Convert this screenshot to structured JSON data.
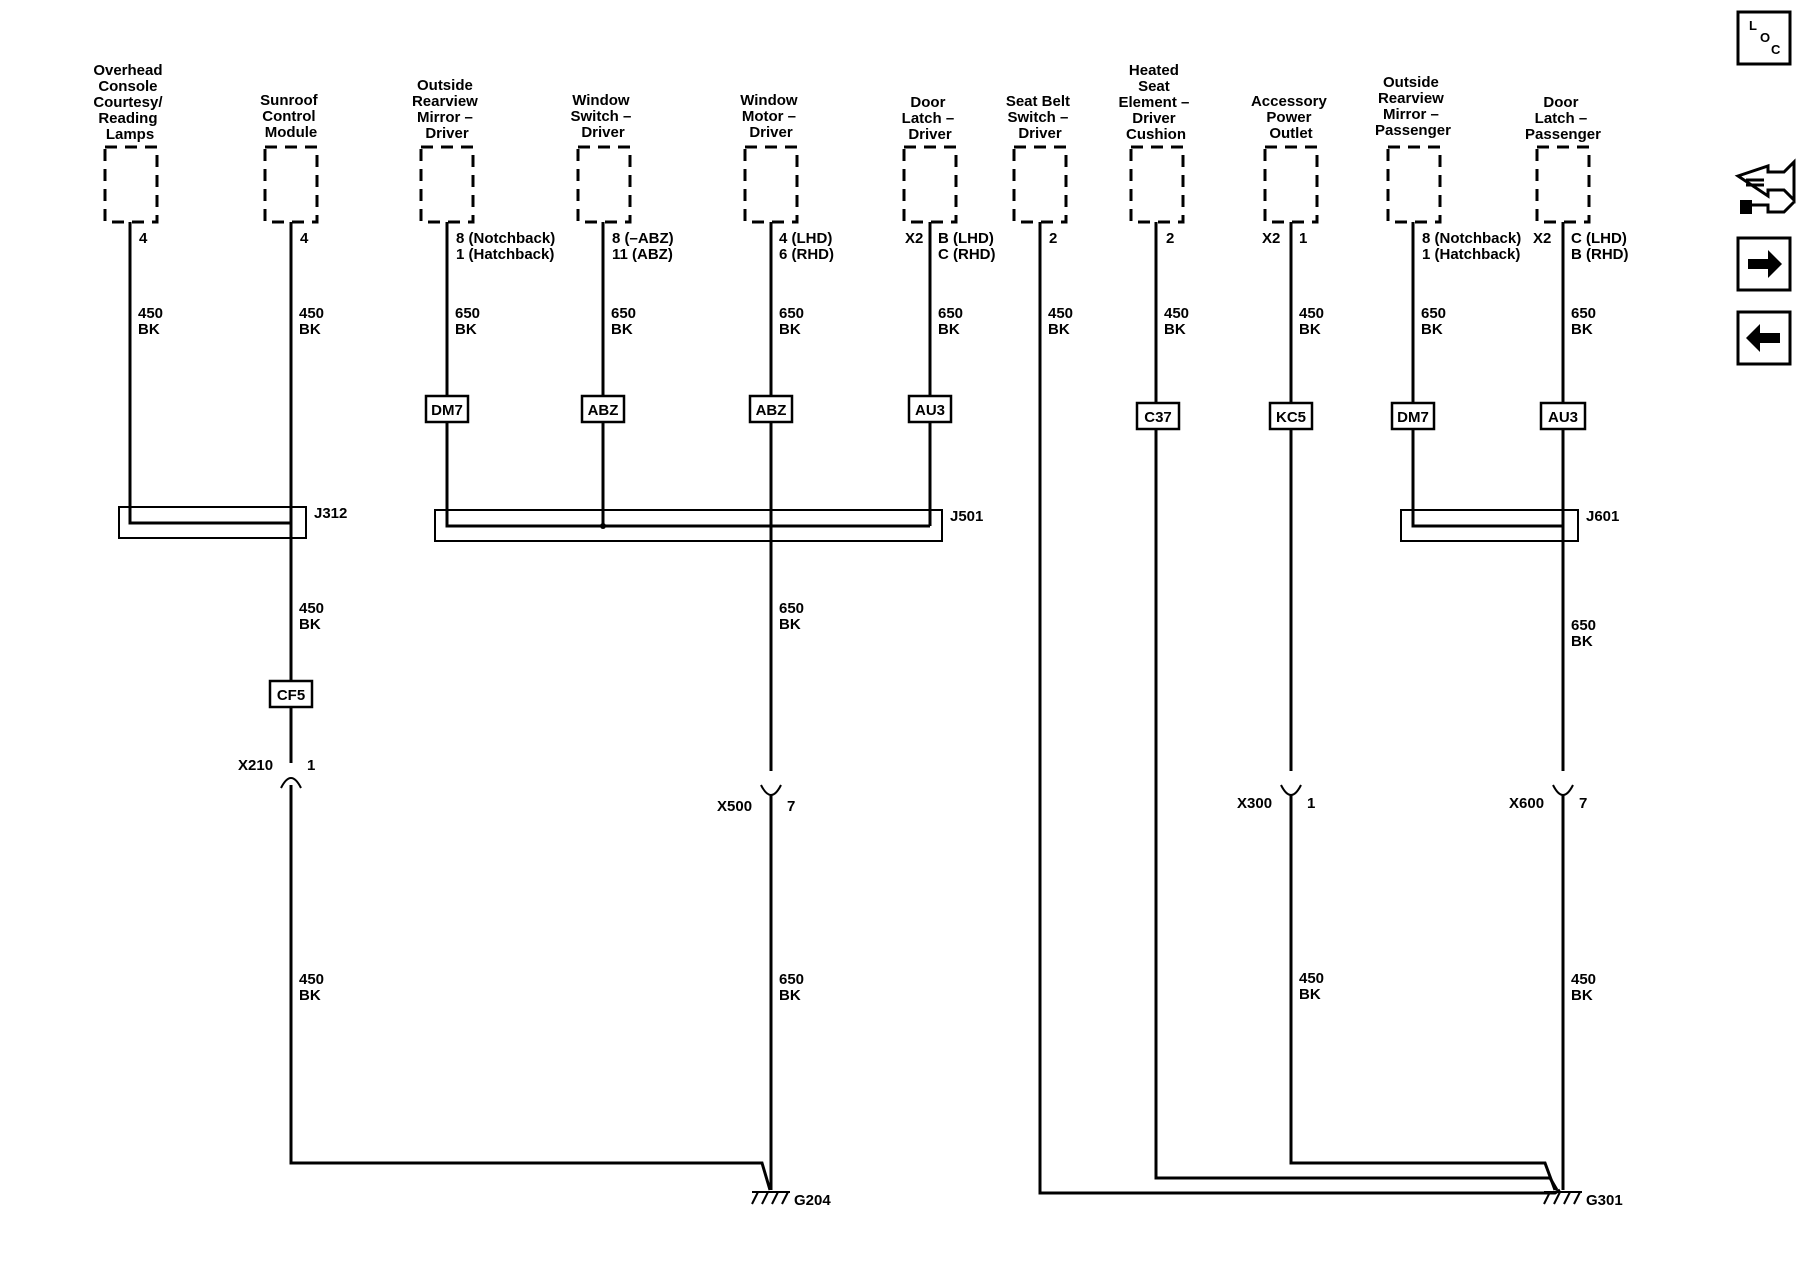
{
  "components": [
    {
      "id": "c1",
      "name": [
        "Overhead",
        "Console",
        "Courtesy/",
        "Reading",
        "Lamps"
      ],
      "pins": [
        "4"
      ]
    },
    {
      "id": "c2",
      "name": [
        "Sunroof",
        "Control",
        "Module"
      ],
      "pins": [
        "4"
      ]
    },
    {
      "id": "c3",
      "name": [
        "Outside",
        "Rearview",
        "Mirror –",
        "Driver"
      ],
      "pins": [
        "8 (Notchback)",
        "1 (Hatchback)"
      ]
    },
    {
      "id": "c4",
      "name": [
        "Window",
        "Switch –",
        "Driver"
      ],
      "pins": [
        "8 (–ABZ)",
        "11 (ABZ)"
      ]
    },
    {
      "id": "c5",
      "name": [
        "Window",
        "Motor –",
        "Driver"
      ],
      "pins": [
        "4 (LHD)",
        "6 (RHD)"
      ]
    },
    {
      "id": "c6",
      "name": [
        "Door",
        "Latch –",
        "Driver"
      ],
      "connector": "X2",
      "pins": [
        "B (LHD)",
        "C (RHD)"
      ]
    },
    {
      "id": "c7",
      "name": [
        "Seat Belt",
        "Switch –",
        "Driver"
      ],
      "pins": [
        "2"
      ]
    },
    {
      "id": "c8",
      "name": [
        "Heated",
        "Seat",
        "Element –",
        "Driver",
        "Cushion"
      ],
      "pins": [
        "2"
      ]
    },
    {
      "id": "c9",
      "name": [
        "Accessory",
        "Power",
        "Outlet"
      ],
      "connector": "X2",
      "pins": [
        "1"
      ]
    },
    {
      "id": "c10",
      "name": [
        "Outside",
        "Rearview",
        "Mirror –",
        "Passenger"
      ],
      "pins": [
        "8 (Notchback)",
        "1 (Hatchback)"
      ]
    },
    {
      "id": "c11",
      "name": [
        "Door",
        "Latch –",
        "Passenger"
      ],
      "connector": "X2",
      "pins": [
        "C (LHD)",
        "B (RHD)"
      ]
    }
  ],
  "wires": {
    "w1": [
      "450",
      "BK"
    ],
    "w2": [
      "450",
      "BK"
    ],
    "w3": [
      "650",
      "BK"
    ],
    "w4": [
      "650",
      "BK"
    ],
    "w5": [
      "650",
      "BK"
    ],
    "w6": [
      "650",
      "BK"
    ],
    "w7": [
      "450",
      "BK"
    ],
    "w8": [
      "450",
      "BK"
    ],
    "w9": [
      "450",
      "BK"
    ],
    "w10": [
      "650",
      "BK"
    ],
    "w11": [
      "650",
      "BK"
    ],
    "w2b": [
      "450",
      "BK"
    ],
    "w2c": [
      "450",
      "BK"
    ],
    "w5b": [
      "650",
      "BK"
    ],
    "w5c": [
      "650",
      "BK"
    ],
    "w9b": [
      "450",
      "BK"
    ],
    "w11b": [
      "650",
      "BK"
    ],
    "w11c": [
      "450",
      "BK"
    ]
  },
  "options": {
    "o3": "DM7",
    "o4": "ABZ",
    "o5": "ABZ",
    "o6": "AU3",
    "o8": "C37",
    "o9": "KC5",
    "o10": "DM7",
    "o11": "AU3",
    "o2": "CF5"
  },
  "splices": {
    "j312": "J312",
    "j501": "J501",
    "j601": "J601"
  },
  "inline_connectors": {
    "x210": {
      "name": "X210",
      "pin": "1"
    },
    "x500": {
      "name": "X500",
      "pin": "7"
    },
    "x300": {
      "name": "X300",
      "pin": "1"
    },
    "x600": {
      "name": "X600",
      "pin": "7"
    }
  },
  "grounds": {
    "g204": "G204",
    "g301": "G301"
  },
  "nav": {
    "loc_letters": [
      "L",
      "O",
      "C"
    ]
  }
}
